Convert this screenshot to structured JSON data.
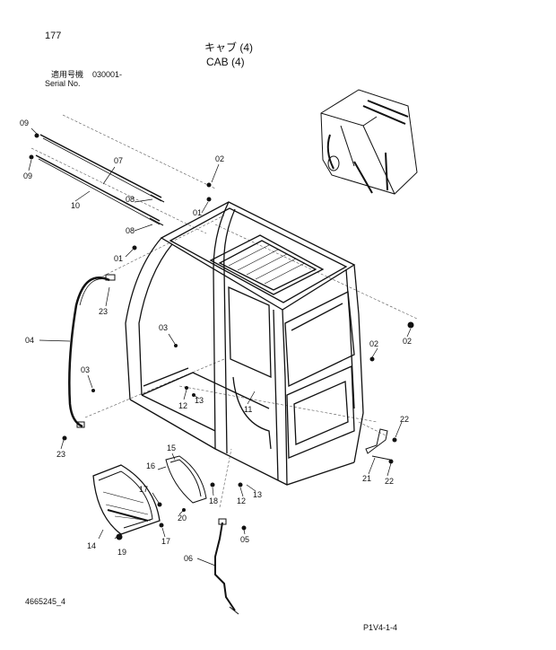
{
  "header": {
    "page_number": "177",
    "title_jp": "キャブ (4)",
    "title_en": "CAB (4)",
    "serial_label_jp": "適用号機",
    "serial_value": "030001-",
    "serial_label_en": "Serial No."
  },
  "footer": {
    "left_code": "4665245_4",
    "right_code": "P1V4-1-4"
  },
  "callouts": {
    "c01a": "01",
    "c01b": "01",
    "c02a": "02",
    "c02b": "02",
    "c02c": "02",
    "c03a": "03",
    "c03b": "03",
    "c04": "04",
    "c05": "05",
    "c06": "06",
    "c07": "07",
    "c08a": "08",
    "c08b": "08",
    "c09a": "09",
    "c09b": "09",
    "c10": "10",
    "c11": "11",
    "c12a": "12",
    "c12b": "12",
    "c13a": "13",
    "c13b": "13",
    "c14": "14",
    "c15": "15",
    "c16": "16",
    "c17a": "17",
    "c17b": "17",
    "c18": "18",
    "c19": "19",
    "c20": "20",
    "c21": "21",
    "c22a": "22",
    "c22b": "22",
    "c23a": "23",
    "c23b": "23"
  },
  "colors": {
    "ink": "#111111",
    "background": "#ffffff",
    "leader": "#555555"
  }
}
